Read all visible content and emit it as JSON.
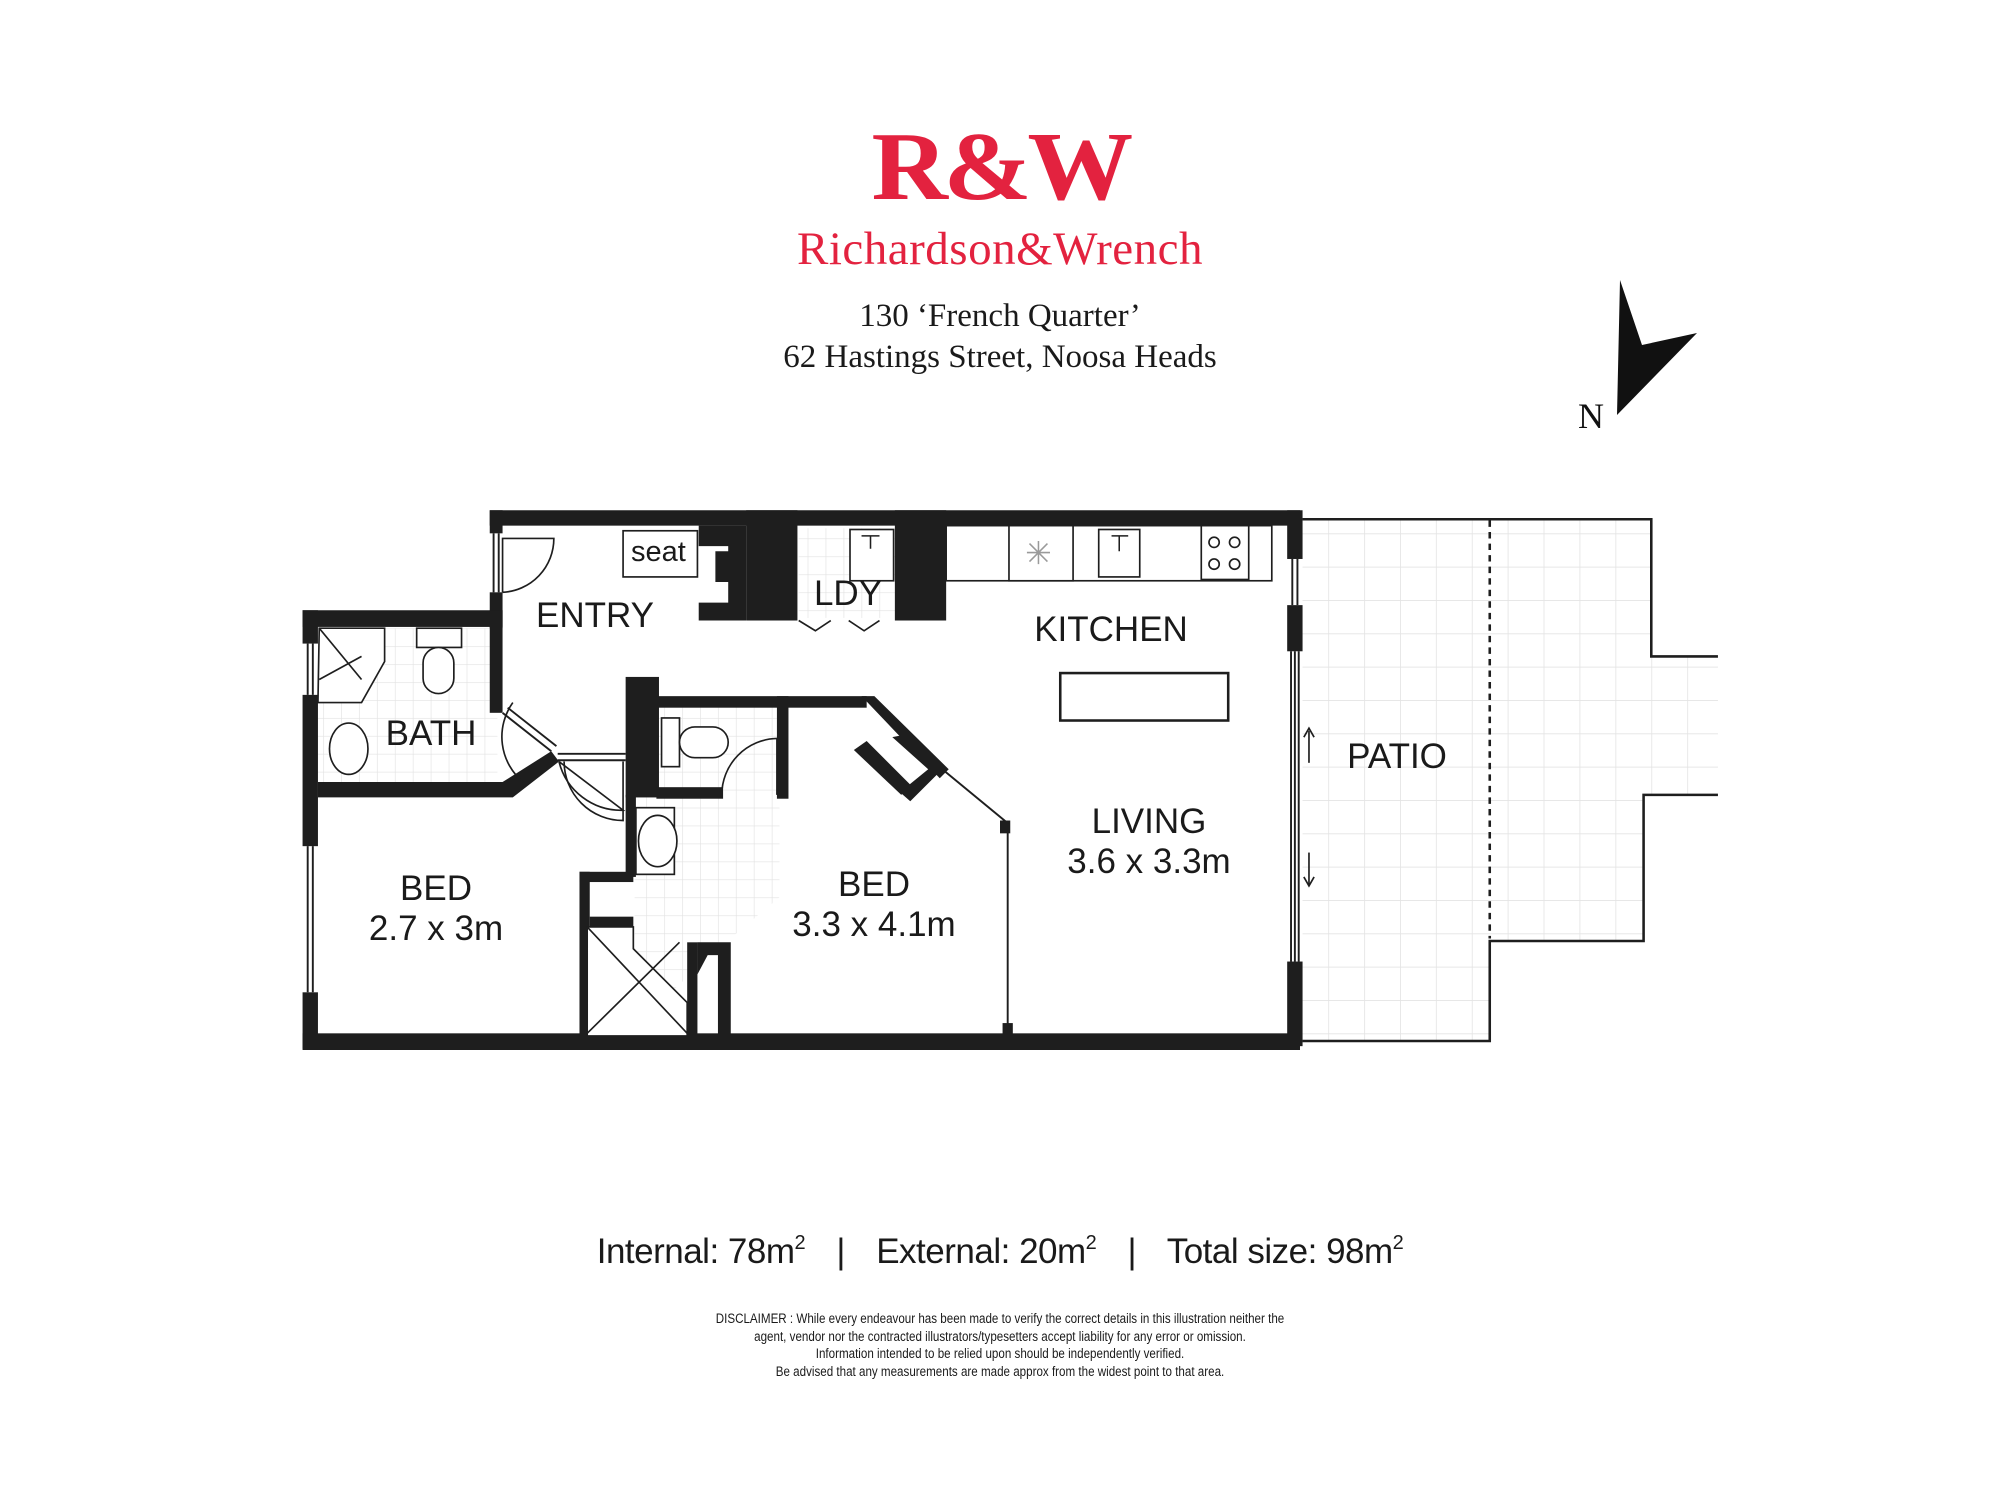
{
  "brand": {
    "logo_mark": "R&W",
    "name": "Richardson&Wrench",
    "color": "#e3223f"
  },
  "property": {
    "unit": "130 ‘French Quarter’",
    "street": "62 Hastings Street, Noosa Heads"
  },
  "compass": {
    "label": "N"
  },
  "rooms": {
    "entry": {
      "name": "ENTRY"
    },
    "seat": {
      "name": "seat"
    },
    "laundry": {
      "name": "LDY"
    },
    "kitchen": {
      "name": "KITCHEN"
    },
    "bath": {
      "name": "BATH"
    },
    "bed1": {
      "name": "BED",
      "dims": "2.7 x 3m"
    },
    "bed2": {
      "name": "BED",
      "dims": "3.3 x 4.1m"
    },
    "living": {
      "name": "LIVING",
      "dims": "3.6 x 3.3m"
    },
    "patio": {
      "name": "PATIO"
    }
  },
  "areas": {
    "internal_label": "Internal:",
    "internal_value": "78m",
    "external_label": "External:",
    "external_value": "20m",
    "total_label": "Total size:",
    "total_value": "98m",
    "unit_sup": "2",
    "separator": "|"
  },
  "disclaimer": {
    "line1": "DISCLAIMER : While every endeavour has been made to verify the correct details in this illustration neither the",
    "line2": "agent, vendor nor the contracted illustrators/typesetters accept liability for any error or omission.",
    "line3": "Information intended to be relied upon should be independently verified.",
    "line4": "Be advised that any measurements are made approx from the widest point to that area."
  },
  "colors": {
    "wall": "#1e1e1e",
    "tile_grid": "#e4e4e4",
    "text": "#1a1a1a"
  }
}
